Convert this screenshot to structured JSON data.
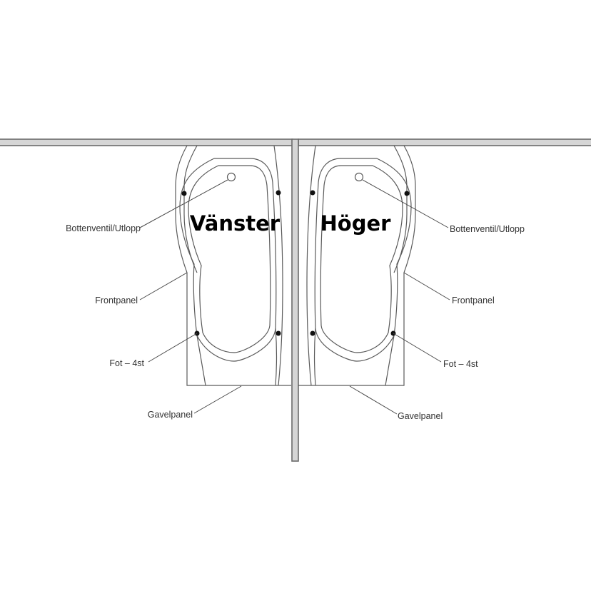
{
  "titles": {
    "left": "Vänster",
    "right": "Höger"
  },
  "labels": {
    "left": {
      "drain": "Bottenventil/Utlopp",
      "front_panel": "Frontpanel",
      "feet": "Fot – 4st",
      "end_panel": "Gavelpanel"
    },
    "right": {
      "drain": "Bottenventil/Utlopp",
      "front_panel": "Frontpanel",
      "feet": "Fot – 4st",
      "end_panel": "Gavelpanel"
    }
  },
  "colors": {
    "wall_fill": "#d6d6d6",
    "outline": "#5a5a5a",
    "foot_dot": "#111111"
  }
}
